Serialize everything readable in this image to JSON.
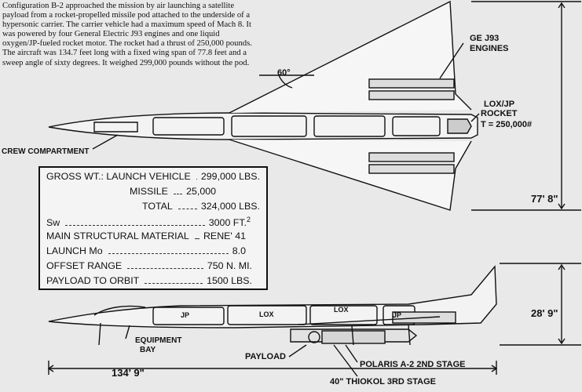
{
  "caption": "Configuration B-2 approached the mission by air launching a satellite payload from a rocket-propelled missile pod attached to the underside of a hypersonic carrier. The carrier vehicle had a maximum speed of Mach 8. It was powered by four General Electric J93 engines and one liquid oxygen/JP-fueled rocket motor. The rocket had a thrust of 250,000 pounds. The aircraft was 134.7 feet long with a fixed wing span of 77.8 feet and a sweep angle of sixty degrees. It weighed 299,000 pounds without the pod.",
  "labels": {
    "engines_1": "GE J93",
    "engines_2": "ENGINES",
    "rocket_1": "LOX/JP",
    "rocket_2": "ROCKET",
    "thrust": "T = 250,000#",
    "sweep": "60°",
    "crew": "CREW COMPARTMENT",
    "span": "77' 8\"",
    "height": "28' 9\"",
    "length": "134' 9\"",
    "jp1": "JP",
    "lox1": "LOX",
    "lox2": "LOX",
    "jp2": "JP",
    "equip_1": "EQUIPMENT",
    "equip_2": "BAY",
    "payload": "PAYLOAD",
    "polaris": "POLARIS A-2  2ND STAGE",
    "thiokol": "40\" THIOKOL 3RD STAGE"
  },
  "table": {
    "gross_label": "GROSS WT.:  LAUNCH VEHICLE",
    "gross_value": "299,000 LBS.",
    "missile_label": "MISSILE",
    "missile_value": "25,000",
    "total_label": "TOTAL",
    "total_value": "324,000 LBS.",
    "sw_label": "Sw",
    "sw_value": "3000 FT.",
    "sw_exp": "2",
    "material_label": "MAIN STRUCTURAL MATERIAL",
    "material_value": "RENE' 41",
    "mach_label": "LAUNCH Mo",
    "mach_value": "8.0",
    "range_label": "OFFSET RANGE",
    "range_value": "750 N. MI.",
    "payload_label": "PAYLOAD TO ORBIT",
    "payload_value": "1500 LBS."
  }
}
